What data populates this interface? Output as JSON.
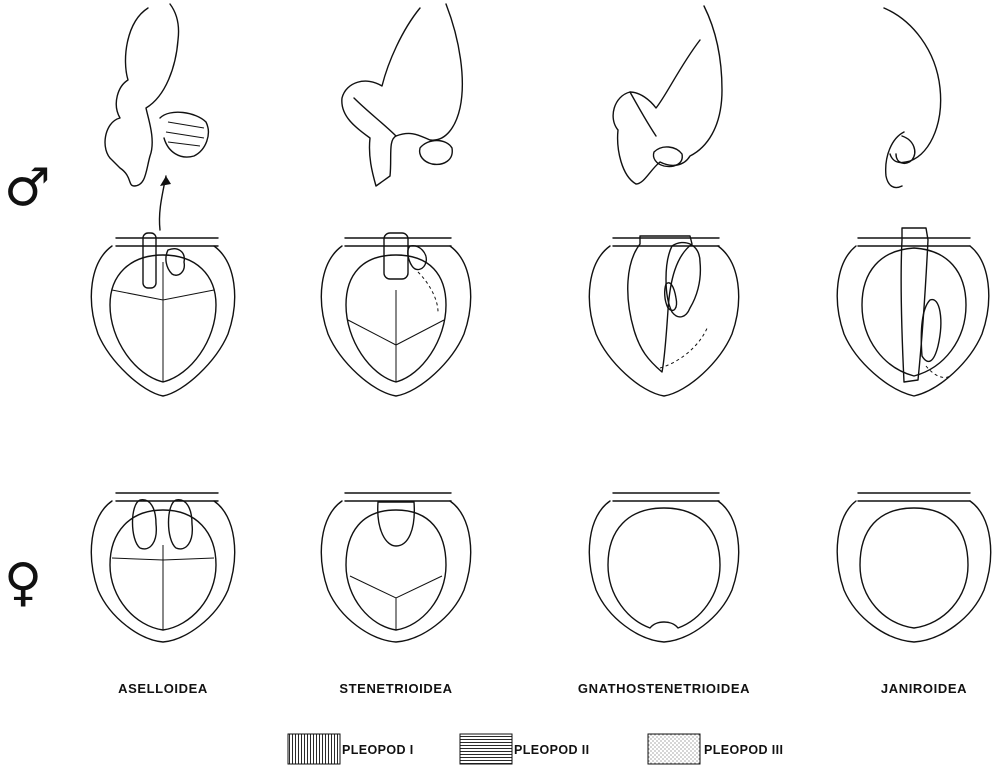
{
  "figure": {
    "row_symbols": {
      "male": "♂",
      "female": "♀"
    },
    "columns": [
      {
        "label": "ASELLOIDEA"
      },
      {
        "label": "STENETRIOIDEA"
      },
      {
        "label": "GNATHOSTENETRIOIDEA"
      },
      {
        "label": "JANIROIDEA"
      }
    ],
    "legend": [
      {
        "label": "PLEOPOD I",
        "pattern": "vertical-lines"
      },
      {
        "label": "PLEOPOD II",
        "pattern": "horizontal-lines"
      },
      {
        "label": "PLEOPOD III",
        "pattern": "stipple"
      }
    ],
    "colors": {
      "ink": "#111111",
      "paper": "#ffffff"
    }
  }
}
